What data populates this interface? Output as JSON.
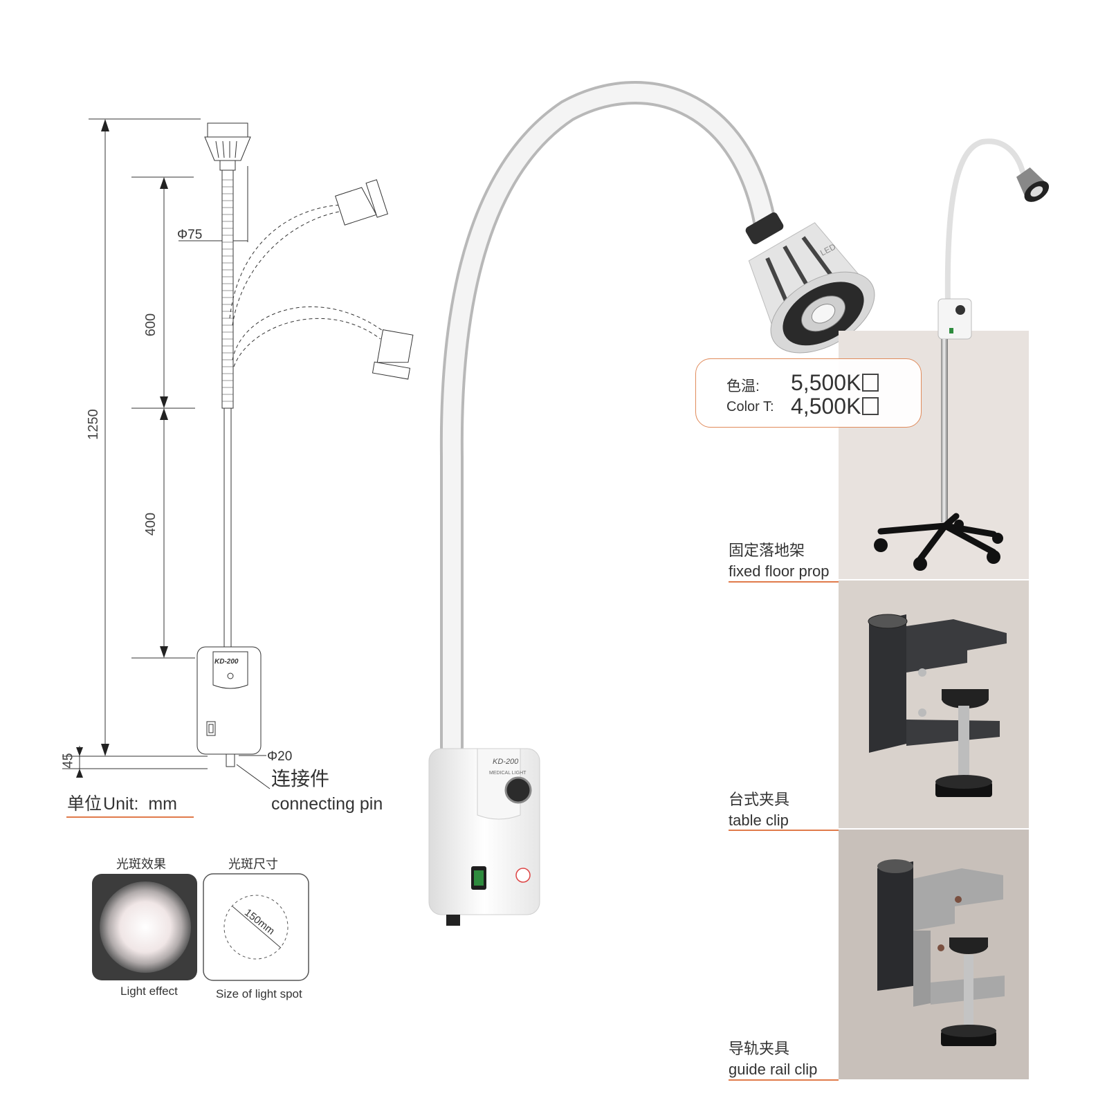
{
  "dimensions": {
    "total_height": "1250",
    "upper_section": "600",
    "lower_section": "400",
    "base_offset": "45",
    "head_diameter": "Φ75",
    "pin_diameter": "Φ20"
  },
  "model_label": "KD-200",
  "model_sub": "MEDICAL LIGHT",
  "brand_text": "LED",
  "connecting_pin": {
    "cn": "连接件",
    "en": "connecting pin"
  },
  "unit": {
    "cn": "单位",
    "en": "Unit:",
    "value": "mm"
  },
  "light_effect": {
    "cn": "光斑效果",
    "en": "Light effect"
  },
  "light_spot_size": {
    "cn": "光斑尺寸",
    "en": "Size of light spot",
    "value": "150mm"
  },
  "color_temp": {
    "cn": "色温:",
    "en": "Color T:",
    "options": [
      "5,500K",
      "4,500K"
    ]
  },
  "mounts": [
    {
      "cn": "固定落地架",
      "en": "fixed floor prop"
    },
    {
      "cn": "台式夹具",
      "en": "table clip"
    },
    {
      "cn": "导轨夹具",
      "en": "guide rail clip"
    }
  ],
  "colors": {
    "accent": "#e07a4a",
    "panel_bg": "#e8e2de",
    "clamp_dark": "#2f3033",
    "clamp_silver": "#a8a8a8"
  }
}
